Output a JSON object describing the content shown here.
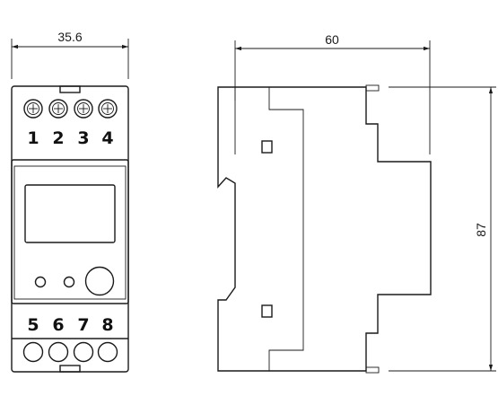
{
  "dimensions": {
    "width_label": "35.6",
    "depth_label": "60",
    "height_label": "87"
  },
  "front_view": {
    "top_terminals": [
      "1",
      "2",
      "3",
      "4"
    ],
    "bottom_terminals": [
      "5",
      "6",
      "7",
      "8"
    ]
  }
}
